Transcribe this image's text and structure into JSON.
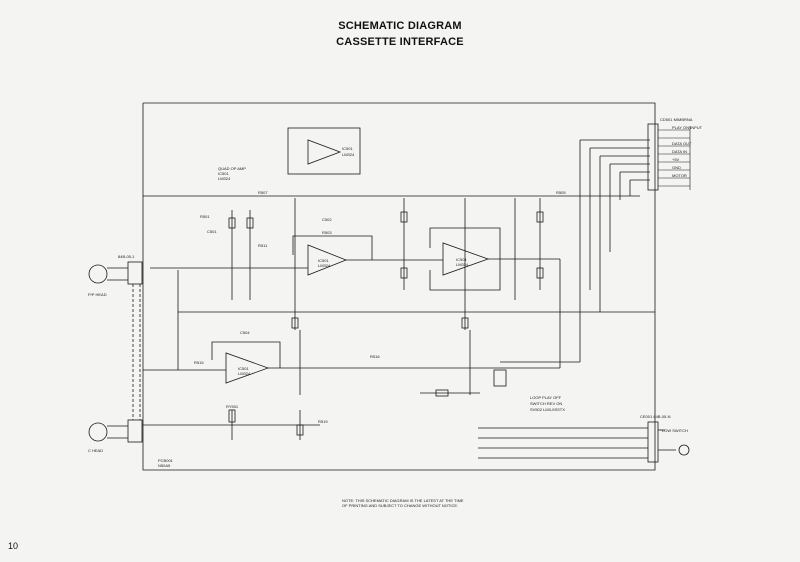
{
  "header": {
    "title": "SCHEMATIC DIAGRAM",
    "subtitle": "CASSETTE INTERFACE"
  },
  "page_number": "10",
  "note": {
    "line1": "NOTE: THIS SCHEMATIC DIAGRAM IS THE LATEST AT THE TIME",
    "line2": "OF PRINTING AND SUBJECT TO CHANGE WITHOUT NOTICE."
  },
  "connector_top": {
    "label": "CD501 MIMBRNA",
    "pins": [
      "PLAY ON INPUT",
      "",
      "DATA OUT",
      "DATA IN",
      "+5V",
      "GND",
      "MOTOR"
    ]
  },
  "connector_bottom": {
    "label": "CE001 84B-05-N",
    "remote": "LOW SWITCH"
  },
  "jack_play": {
    "label": "84B-05-1",
    "sub": "P/P HEAD"
  },
  "jack_rec": {
    "label": "C HEAD"
  },
  "quad_label": {
    "l1": "QUAD OP AMP",
    "l2": "IC501",
    "l3": "LM324"
  },
  "op_amps": {
    "top": {
      "ref": "IC501",
      "part": "LM324"
    },
    "mid": {
      "ref": "IC501",
      "part": "LM324"
    },
    "right": {
      "ref": "IC501",
      "part": "LM324"
    },
    "low": {
      "ref": "IC501",
      "part": "LM324"
    }
  },
  "components": {
    "r_top": "R507",
    "c_top": "C502",
    "r_top2": "R503",
    "r_right1": "R505",
    "r_left": "R501",
    "c_left": "C501",
    "r_mid1": "R511",
    "c_low": "C504",
    "r_low": "R515",
    "r_lowmid": "R516",
    "r_bot": "R519",
    "relay": "RY501",
    "motor_note1": "LOOP  PLAY  OFF",
    "motor_note2": "SWITCH  REV  ON",
    "motor_note3": "SV502  LM3-5SSTX",
    "ps_label1": "PCB001",
    "ps_label2": "N50A5"
  }
}
